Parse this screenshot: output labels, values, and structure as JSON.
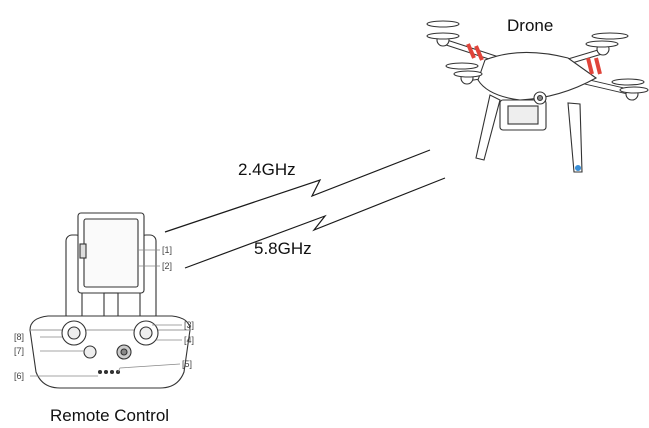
{
  "drone_label": "Drone",
  "remote_label": "Remote Control",
  "links": [
    {
      "label": "2.4GHz"
    },
    {
      "label": "5.8GHz"
    }
  ],
  "callouts": [
    "[1]",
    "[2]",
    "[3]",
    "[4]",
    "[5]",
    "[6]",
    "[7]",
    "[8]"
  ],
  "colors": {
    "drone_stripe": "#e0443a",
    "line": "#1a1a1a"
  }
}
